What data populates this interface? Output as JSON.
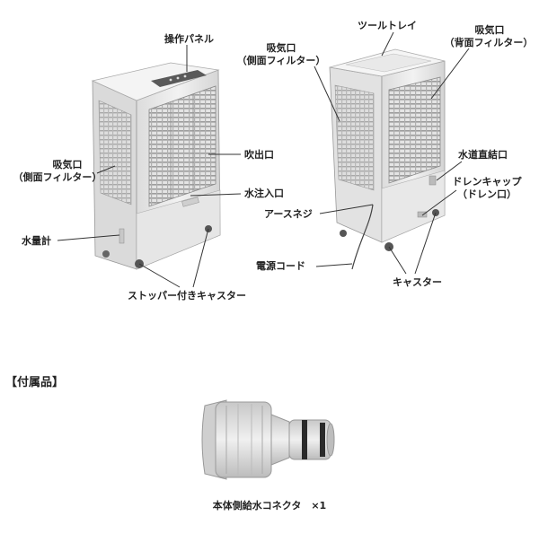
{
  "labels": {
    "control_panel": "操作パネル",
    "side_intake_left_1": "吸気口",
    "side_intake_left_2": "（側面フィルター）",
    "outlet": "吹出口",
    "water_inlet": "水注入口",
    "water_gauge": "水量計",
    "stopper_casters": "ストッパー付きキャスター",
    "side_intake_right_1": "吸気口",
    "side_intake_right_2": "（側面フィルター）",
    "tool_tray": "ツールトレイ",
    "rear_intake_1": "吸気口",
    "rear_intake_2": "（背面フィルター）",
    "direct_water": "水道直結口",
    "drain_cap_1": "ドレンキャップ",
    "drain_cap_2": "（ドレン口）",
    "earth_screw": "アースネジ",
    "power_cord": "電源コード",
    "casters": "キャスター"
  },
  "accessories": {
    "heading": "【付属品】",
    "item_caption": "本体側給水コネクタ　×1"
  },
  "colors": {
    "body": "#ececec",
    "body_shade": "#d6d6d6",
    "grille": "#bdbdbd",
    "line": "#333333"
  }
}
